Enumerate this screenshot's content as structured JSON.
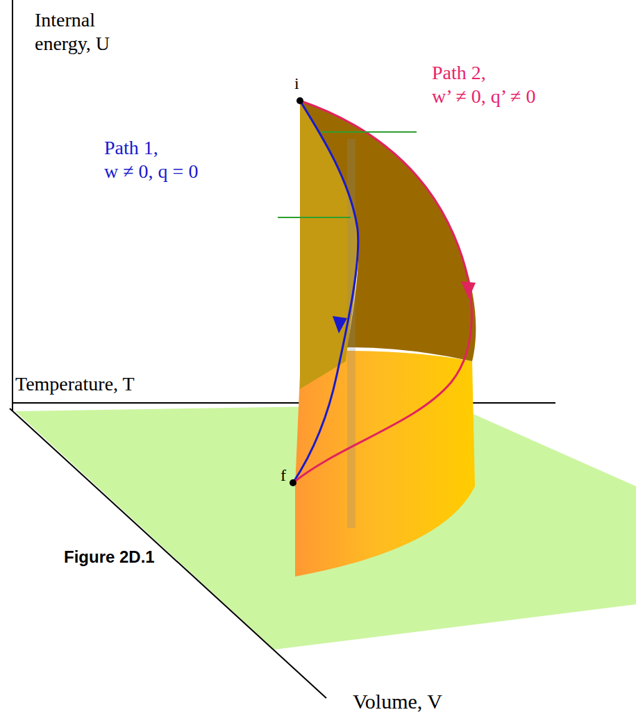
{
  "diagram": {
    "caption": "Figure 2D.1",
    "labels": [
      "Internal energy, U",
      "i",
      "Path 2, w’ ≠ 0, q’ ≠ 0",
      "Path 1, w ≠ 0, q = 0",
      "Temperature, T",
      "f",
      "Volume, V"
    ]
  }
}
